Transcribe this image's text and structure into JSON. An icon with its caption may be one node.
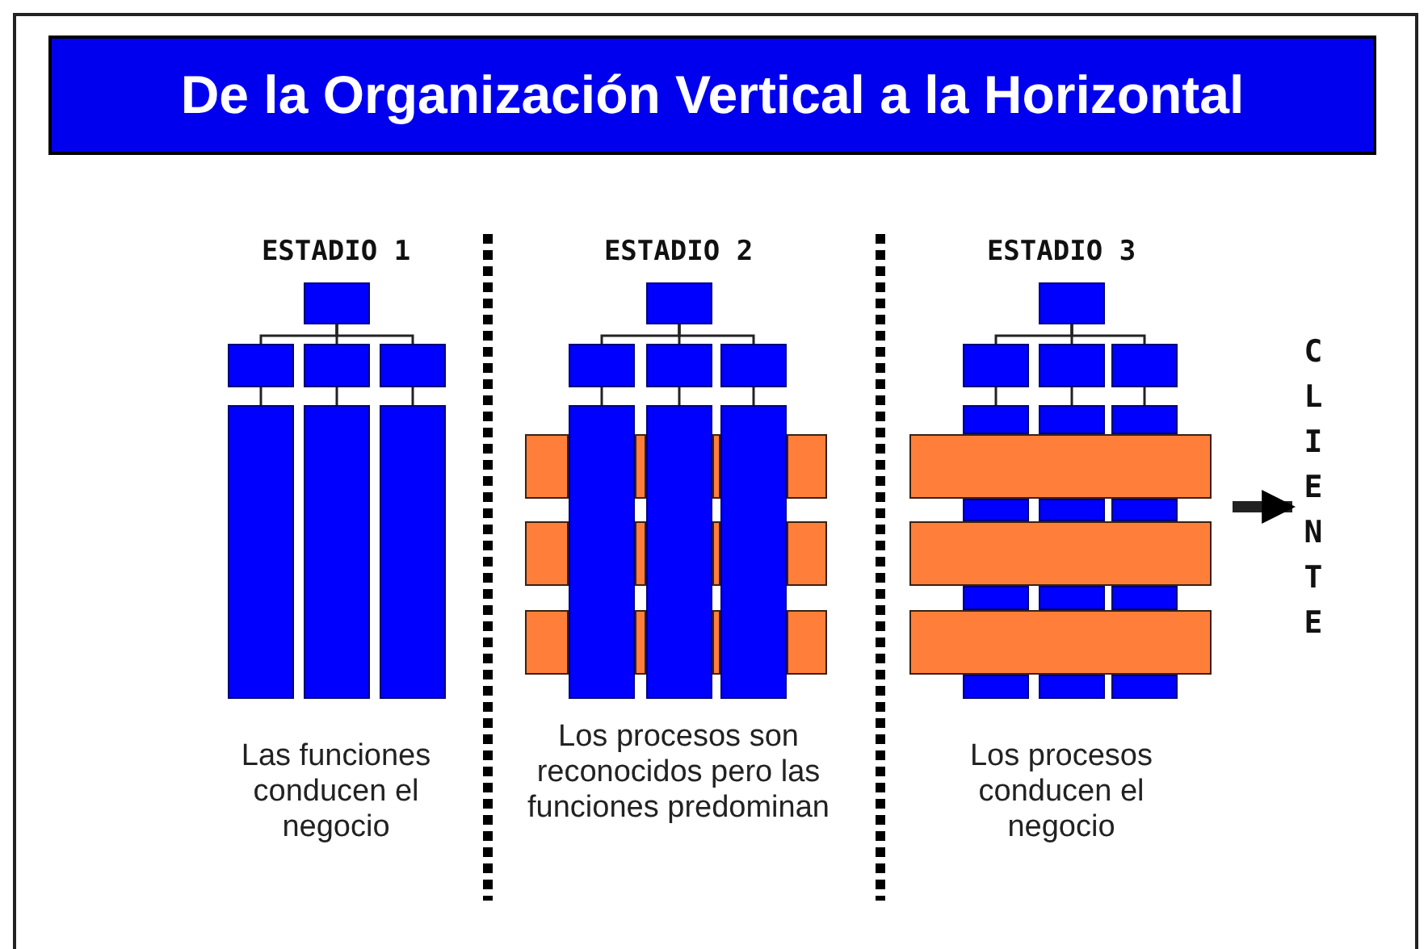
{
  "diagram": {
    "title": "De la Organización Vertical a la Horizontal",
    "nodes": [
      {
        "text": [],
        "shape": "box"
      },
      {
        "text": [],
        "shape": "box"
      },
      {
        "text": [],
        "shape": "box"
      },
      {
        "text": [],
        "shape": "box"
      },
      {
        "text": [],
        "shape": "column"
      },
      {
        "text": [],
        "shape": "column"
      },
      {
        "text": [],
        "shape": "column"
      },
      {
        "text": [],
        "shape": "box"
      },
      {
        "text": [],
        "shape": "box"
      },
      {
        "text": [],
        "shape": "box"
      },
      {
        "text": [],
        "shape": "box"
      },
      {
        "text": [],
        "shape": "column"
      },
      {
        "text": [],
        "shape": "column"
      },
      {
        "text": [],
        "shape": "column"
      },
      {
        "text": [],
        "shape": "bar"
      },
      {
        "text": [],
        "shape": "bar"
      },
      {
        "text": [],
        "shape": "bar"
      },
      {
        "text": [],
        "shape": "bar"
      },
      {
        "text": [],
        "shape": "bar"
      },
      {
        "text": [],
        "shape": "bar"
      },
      {
        "text": [],
        "shape": "bar"
      },
      {
        "text": [],
        "shape": "bar"
      },
      {
        "text": [],
        "shape": "bar"
      },
      {
        "text": [],
        "shape": "bar"
      },
      {
        "text": [],
        "shape": "bar"
      },
      {
        "text": [],
        "shape": "bar"
      },
      {
        "text": [],
        "shape": "box"
      },
      {
        "text": [],
        "shape": "box"
      },
      {
        "text": [],
        "shape": "box"
      },
      {
        "text": [],
        "shape": "box"
      },
      {
        "text": [],
        "shape": "column"
      },
      {
        "text": [],
        "shape": "column"
      },
      {
        "text": [],
        "shape": "column"
      },
      {
        "text": [],
        "shape": "bar"
      },
      {
        "text": [],
        "shape": "column"
      },
      {
        "text": [],
        "shape": "column"
      },
      {
        "text": [],
        "shape": "column"
      },
      {
        "text": [],
        "shape": "bar"
      },
      {
        "text": [],
        "shape": "column"
      },
      {
        "text": [],
        "shape": "column"
      },
      {
        "text": [],
        "shape": "column"
      },
      {
        "text": [],
        "shape": "bar"
      },
      {
        "text": [],
        "shape": "column"
      },
      {
        "text": [],
        "shape": "column"
      },
      {
        "text": [],
        "shape": "column"
      },
      {
        "text": [
          "CLIENTE"
        ]
      }
    ],
    "edges": [
      {
        "from": 0,
        "to": 1,
        "arrow": "none"
      },
      {
        "from": 0,
        "to": 2,
        "arrow": "none"
      },
      {
        "from": 0,
        "to": 3,
        "arrow": "none"
      },
      {
        "from": 1,
        "to": 4,
        "arrow": "none"
      },
      {
        "from": 2,
        "to": 5,
        "arrow": "none"
      },
      {
        "from": 3,
        "to": 6,
        "arrow": "none"
      },
      {
        "from": 7,
        "to": 8,
        "arrow": "none"
      },
      {
        "from": 7,
        "to": 9,
        "arrow": "none"
      },
      {
        "from": 7,
        "to": 10,
        "arrow": "none"
      },
      {
        "from": 8,
        "to": 11,
        "arrow": "none"
      },
      {
        "from": 9,
        "to": 12,
        "arrow": "none"
      },
      {
        "from": 10,
        "to": 13,
        "arrow": "none"
      },
      {
        "from": 26,
        "to": 27,
        "arrow": "none"
      },
      {
        "from": 26,
        "to": 28,
        "arrow": "none"
      },
      {
        "from": 26,
        "to": 29,
        "arrow": "none"
      },
      {
        "from": 27,
        "to": 30,
        "arrow": "none"
      },
      {
        "from": 28,
        "to": 31,
        "arrow": "none"
      },
      {
        "from": 29,
        "to": 32,
        "arrow": "none"
      },
      {
        "from": null,
        "to": 45,
        "arrow": "to",
        "style": "thick"
      }
    ],
    "labels": [
      "ESTADIO 1",
      "ESTADIO 2",
      "ESTADIO 3",
      "Las funciones conducen el negocio",
      "Los procesos son reconocidos pero las funciones predominan",
      "Los procesos conducen el negocio"
    ]
  }
}
